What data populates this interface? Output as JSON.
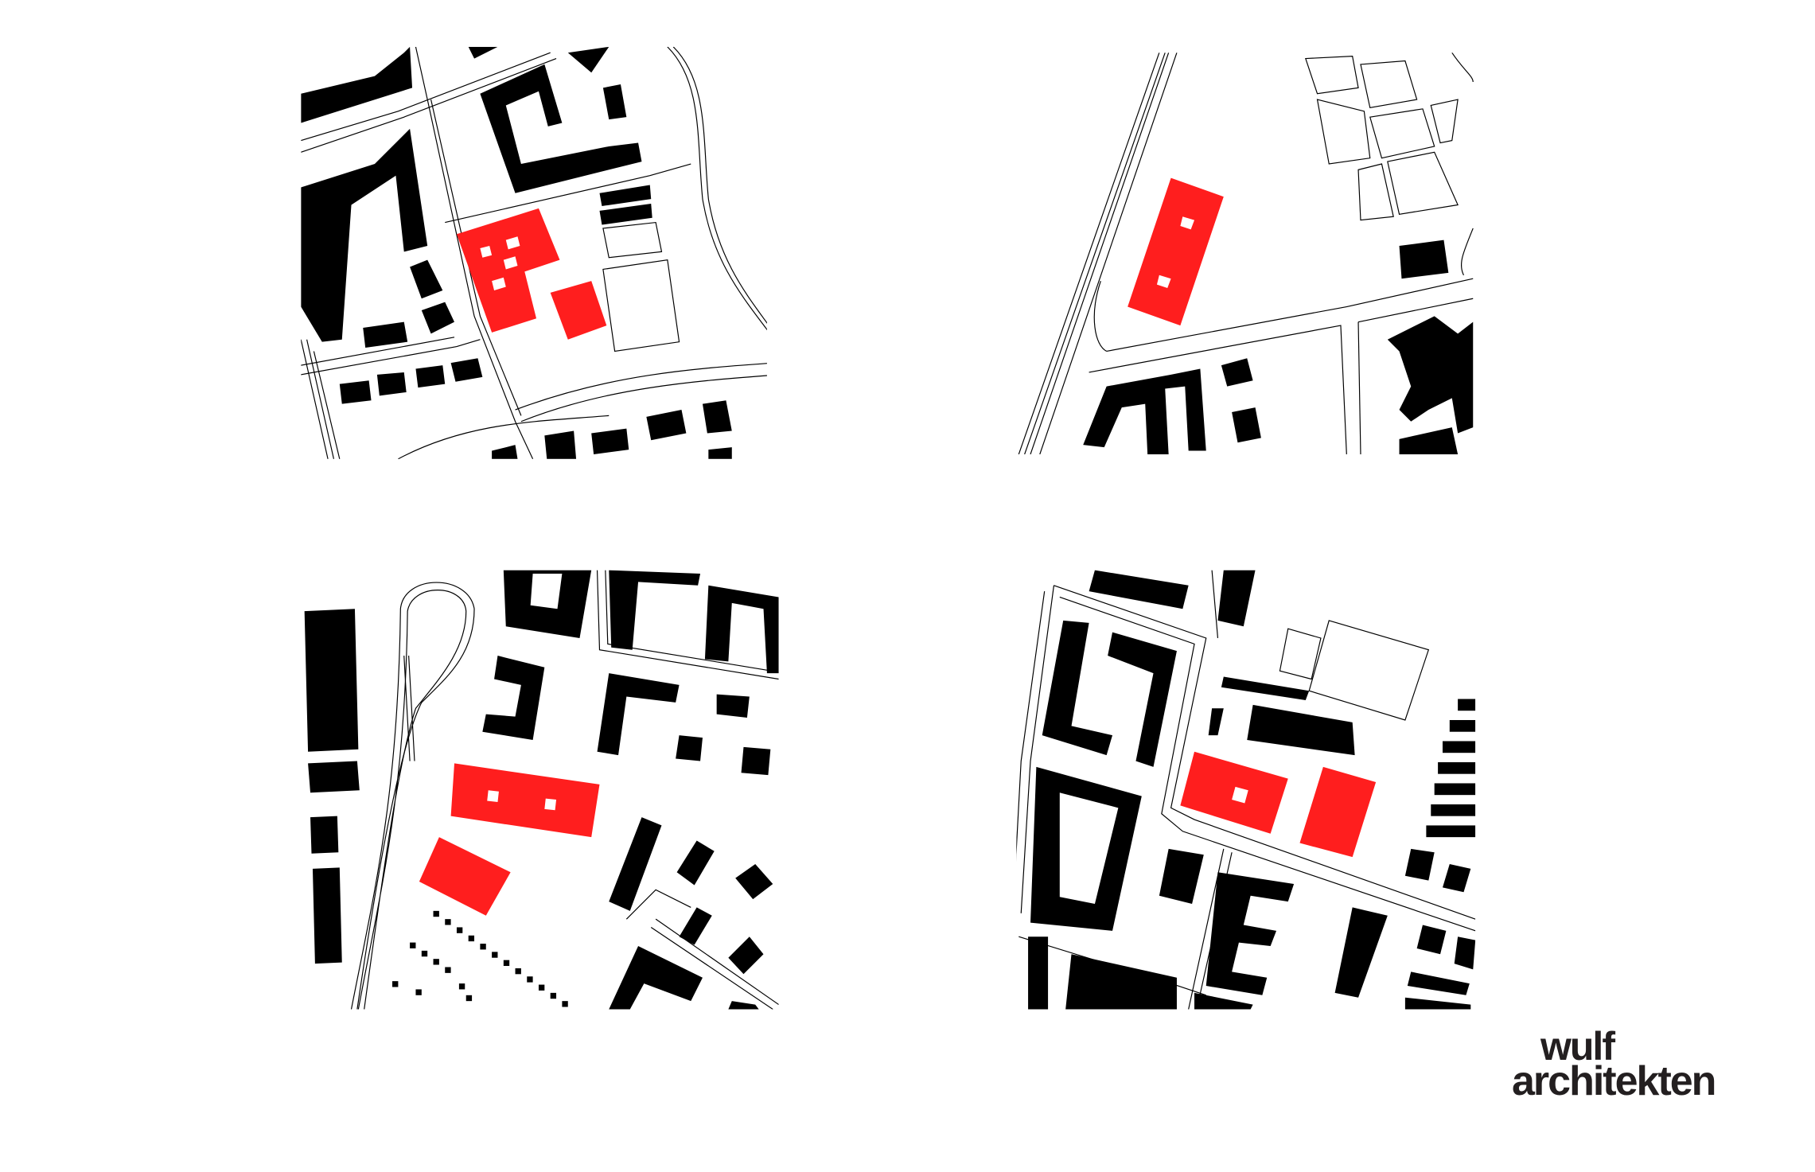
{
  "figure": {
    "panels": [
      "site-plan-1",
      "site-plan-2",
      "site-plan-3",
      "site-plan-4"
    ],
    "colors": {
      "project": "#ff1e1e",
      "existing_buildings": "#000000",
      "background": "#ffffff"
    }
  },
  "logo": {
    "line1": "wulf",
    "line2": "architekten"
  }
}
